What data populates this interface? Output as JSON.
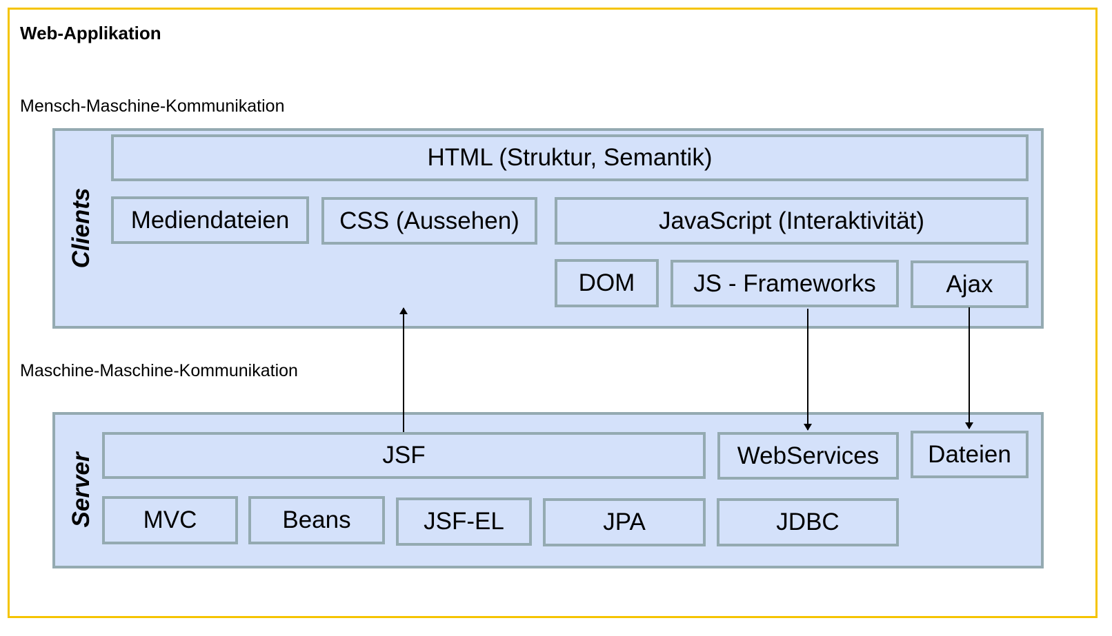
{
  "title": "Web-Applikation",
  "sections": {
    "mensch": "Mensch-Maschine-Kommunikation",
    "maschine": "Maschine-Maschine-Kommunikation"
  },
  "clients": {
    "label": "Clients",
    "html": "HTML (Struktur, Semantik)",
    "mediendateien": "Mediendateien",
    "css": "CSS (Aussehen)",
    "javascript": "JavaScript (Interaktivität)",
    "dom": "DOM",
    "js_frameworks": "JS - Frameworks",
    "ajax": "Ajax"
  },
  "server": {
    "label": "Server",
    "jsf": "JSF",
    "webservices": "WebServices",
    "dateien": "Dateien",
    "mvc": "MVC",
    "beans": "Beans",
    "jsf_el": "JSF-EL",
    "jpa": "JPA",
    "jdbc": "JDBC"
  },
  "colors": {
    "frame": "#f5c400",
    "box_fill": "#d4e1fa",
    "box_border": "#94aab1"
  },
  "connections": [
    {
      "from": "JSF",
      "to": "Clients"
    },
    {
      "from": "JS - Frameworks",
      "to": "WebServices"
    },
    {
      "from": "Ajax",
      "to": "Dateien"
    }
  ]
}
